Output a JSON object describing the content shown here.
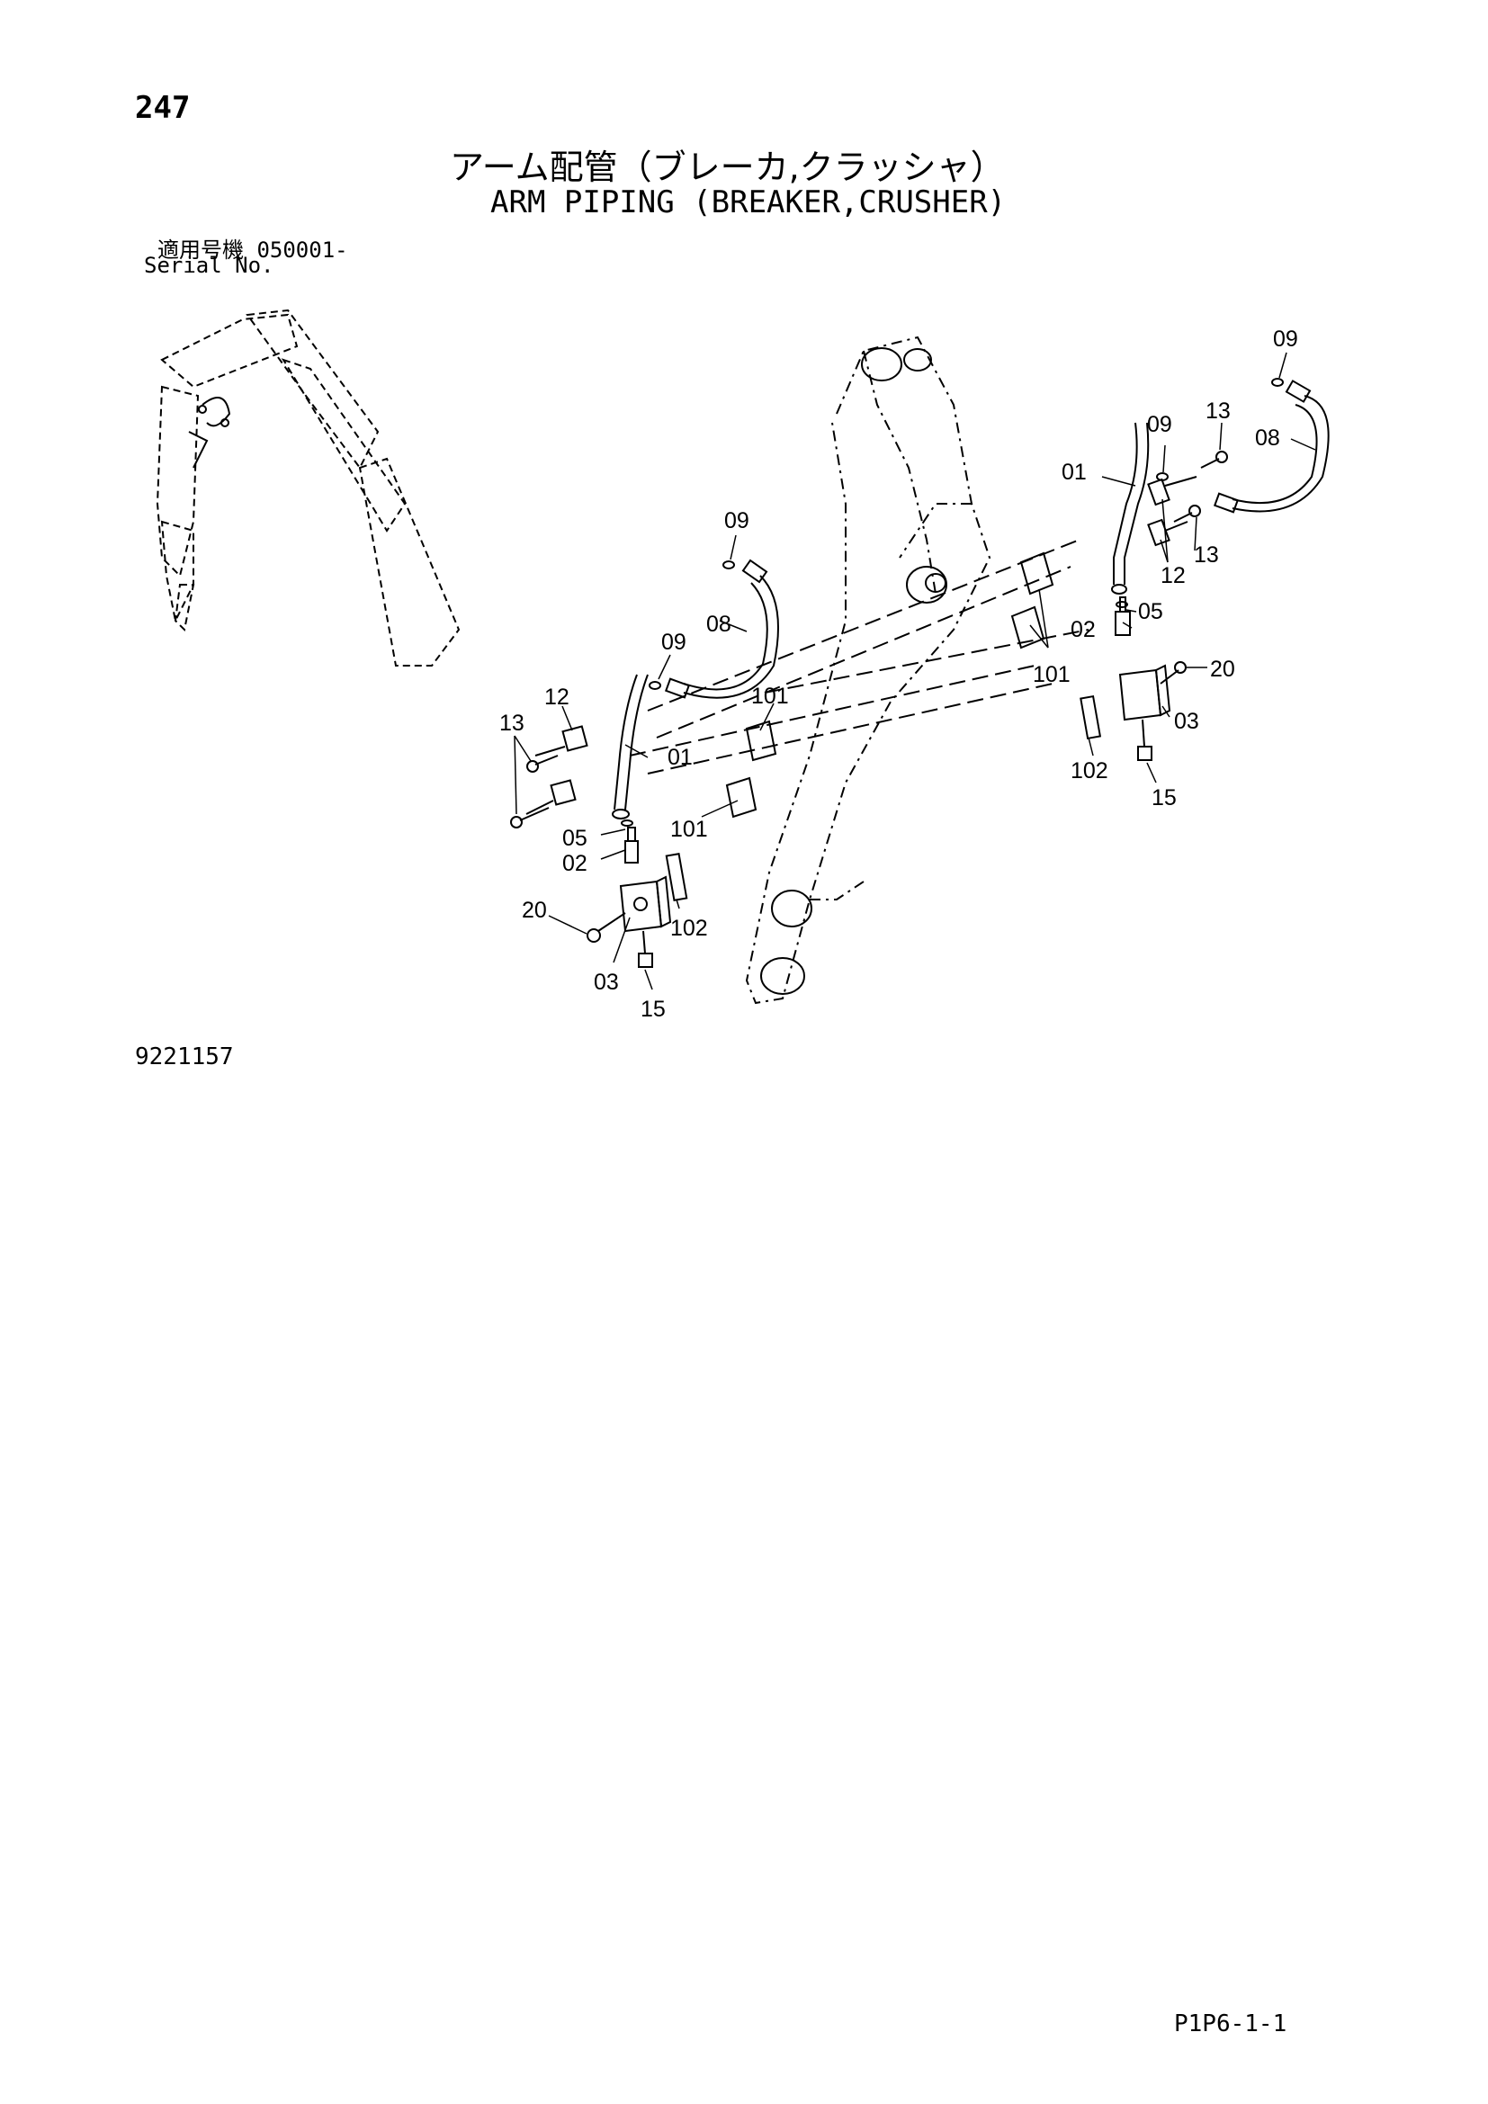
{
  "header": {
    "page_number": "247",
    "title_ja": "アーム配管（ブレーカ,クラッシャ）",
    "title_en": "ARM PIPING (BREAKER,CRUSHER)",
    "serial_label_ja": "適用号機 050001-",
    "serial_label_en": "Serial No."
  },
  "callouts": {
    "r09a": "09",
    "r13a": "13",
    "r09b": "09",
    "r08a": "08",
    "r01a": "01",
    "r13b": "13",
    "r12a": "12",
    "r05a": "05",
    "r02a": "02",
    "r101a": "101",
    "r20a": "20",
    "r03a": "03",
    "r102a": "102",
    "r15a": "15",
    "l09a": "09",
    "l08a": "08",
    "l09b": "09",
    "l101a": "101",
    "l12a": "12",
    "l13a": "13",
    "l01a": "01",
    "l101b": "101",
    "l05a": "05",
    "l02a": "02",
    "l20a": "20",
    "l102a": "102",
    "l03a": "03",
    "l15a": "15"
  },
  "footer": {
    "figure_id": "9221157",
    "page_code": "P1P6-1-1"
  }
}
